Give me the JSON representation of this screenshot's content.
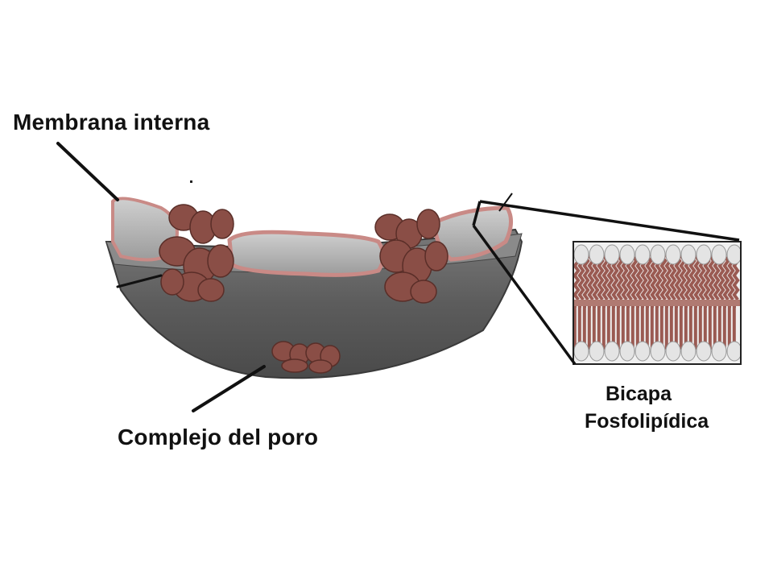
{
  "labels": {
    "membrana_interna": "Membrana interna",
    "complejo_del_poro": "Complejo del poro",
    "bicapa_line1": "Bicapa",
    "bicapa_line2": "Fosfolipídica"
  },
  "colors": {
    "background": "#ffffff",
    "envelope_body": "#5e5e5e",
    "envelope_top": "#8a8a8a",
    "membrane_pink": "#c98a86",
    "membrane_gray": "#b8b8b8",
    "pore_brown": "#8a4e46",
    "lipid_head": "#e4e4e4",
    "lipid_tail": "#9a5a52",
    "leader_line": "#111111"
  }
}
